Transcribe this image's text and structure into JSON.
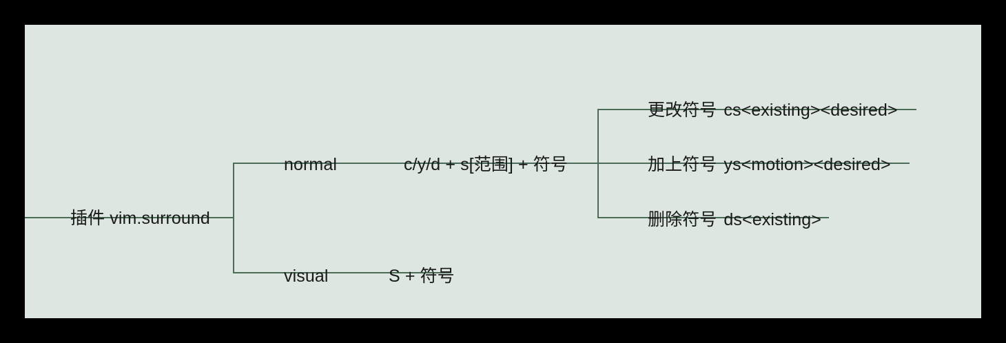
{
  "canvas": {
    "background": "#000000",
    "panel_background": "#dde6e0",
    "line_color": "#4a6b55",
    "text_color": "#1a1a1a"
  },
  "diagram": {
    "type": "mindmap",
    "root": {
      "label": "插件 vim.surround"
    },
    "branches": [
      {
        "mode": "normal",
        "syntax": "c/y/d + s[范围] + 符号",
        "leaves": [
          {
            "label": "更改符号",
            "command": "cs<existing><desired>"
          },
          {
            "label": "加上符号",
            "command": "ys<motion><desired>"
          },
          {
            "label": "删除符号",
            "command": "ds<existing>"
          }
        ]
      },
      {
        "mode": "visual",
        "syntax": "S + 符号",
        "leaves": []
      }
    ]
  }
}
